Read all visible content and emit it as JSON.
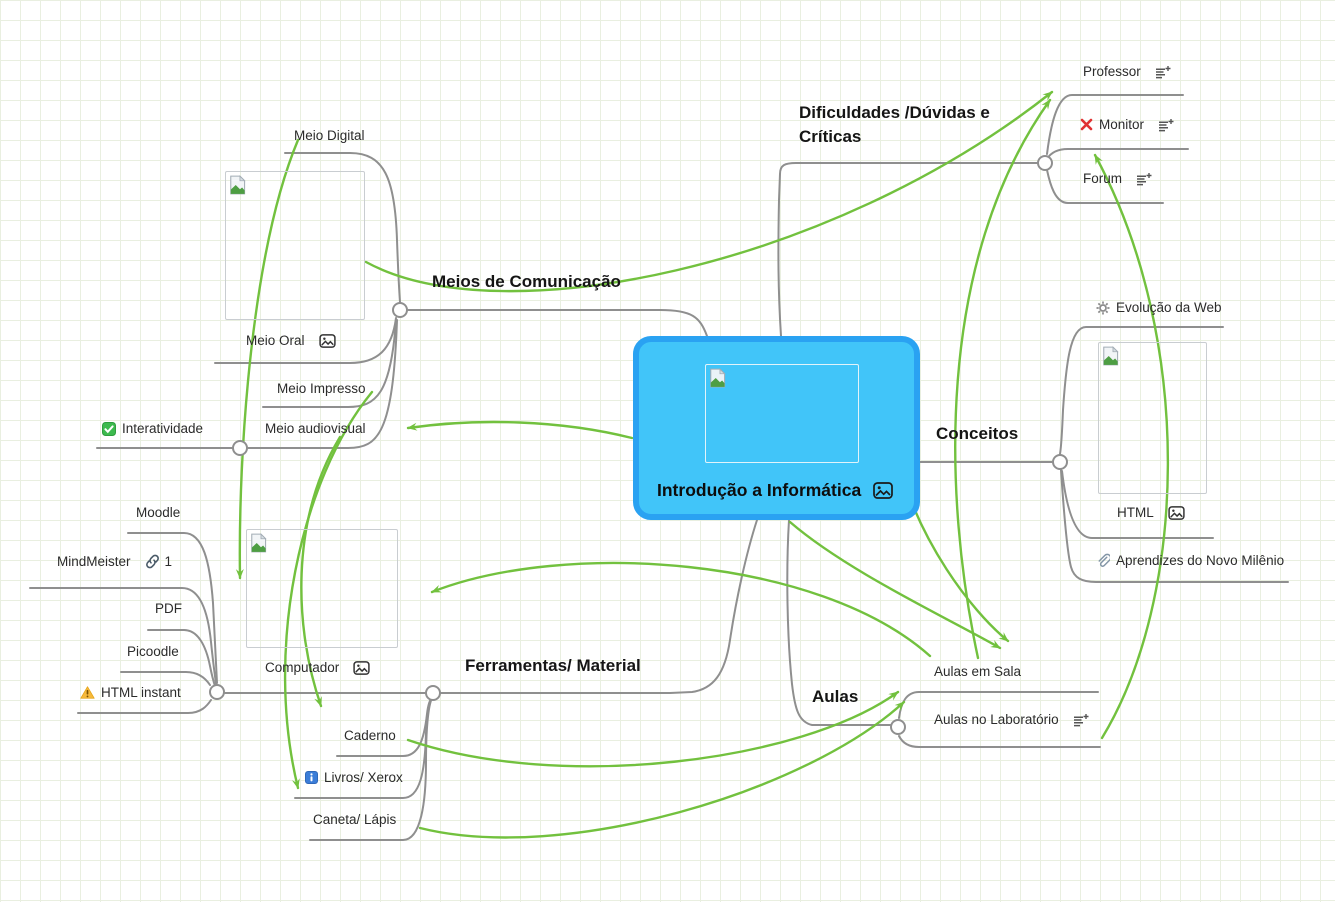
{
  "app": {
    "type": "mind-map"
  },
  "colors": {
    "root_fill": "#41C5F9",
    "root_border": "#2AA2F2",
    "branch_line": "#8F8F8F",
    "relation_arrow": "#72C13E",
    "grid_line": "#E9EFE0",
    "text": "#2B2B2B",
    "monitor_x": "#E03131",
    "warning": "#F6B93B",
    "info": "#3B7DD8",
    "checkbox": "#3DBA4E"
  },
  "icons": {
    "notes": "note-lines-plus",
    "image_attachment": "picture-frame",
    "link": "chain-link",
    "warning": "yellow-triangle-exclamation",
    "info": "blue-square-i",
    "checkbox": "green-square-check",
    "gear": "grey-gear",
    "paperclip": "paperclip",
    "red_x": "red-cross",
    "broken_image": "broken-image-placeholder"
  },
  "nodes": {
    "root": {
      "label": "Introdução a Informática",
      "has_image": true
    },
    "meios": {
      "label": "Meios de Comunicação"
    },
    "meio_digital": {
      "label": "Meio Digital"
    },
    "meio_oral": {
      "label": "Meio Oral",
      "has_image": true
    },
    "meio_impresso": {
      "label": "Meio Impresso"
    },
    "meio_audiovisual": {
      "label": "Meio audiovisual"
    },
    "interatividade": {
      "label": "Interatividade"
    },
    "dificuldades": {
      "label": "Dificuldades /Dúvidas e Críticas"
    },
    "professor": {
      "label": "Professor",
      "has_notes": true
    },
    "monitor": {
      "label": "Monitor",
      "has_notes": true,
      "has_red_x": true
    },
    "forum": {
      "label": "Forum",
      "has_notes": true
    },
    "conceitos": {
      "label": "Conceitos"
    },
    "evolucao_web": {
      "label": "Evolução da Web"
    },
    "html": {
      "label": "HTML",
      "has_image": true
    },
    "aprendizes": {
      "label": "Aprendizes do Novo Milênio"
    },
    "aulas": {
      "label": "Aulas"
    },
    "aulas_sala": {
      "label": "Aulas em Sala"
    },
    "aulas_lab": {
      "label": "Aulas no Laboratório",
      "has_notes": true
    },
    "ferramentas": {
      "label": "Ferramentas/ Material"
    },
    "computador": {
      "label": "Computador",
      "has_image": true
    },
    "caderno": {
      "label": "Caderno"
    },
    "livros": {
      "label": "Livros/ Xerox"
    },
    "caneta": {
      "label": "Caneta/ Lápis"
    },
    "moodle": {
      "label": "Moodle"
    },
    "mindmeister": {
      "label": "MindMeister",
      "link_count": "1"
    },
    "pdf": {
      "label": "PDF"
    },
    "picoodle": {
      "label": "Picoodle"
    },
    "html_instant": {
      "label": "HTML instant"
    }
  }
}
